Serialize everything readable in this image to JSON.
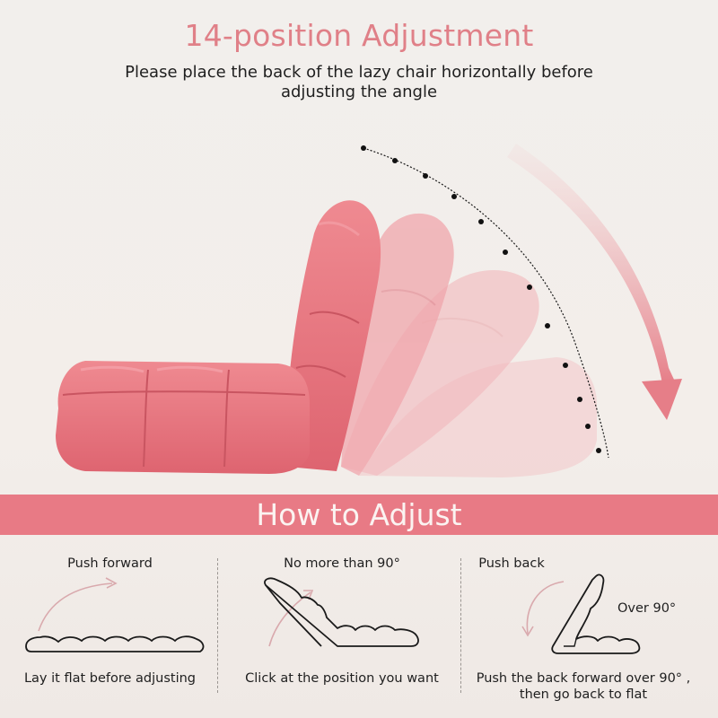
{
  "header": {
    "title": "14-position Adjustment",
    "subtitle": "Please place the back of the lazy chair horizontally before adjusting the angle"
  },
  "hero": {
    "image": "pink-lazy-chair-reclining-positions",
    "arc_icon": "dotted-arc-indicator",
    "arrow_icon": "curved-arrow-down-icon",
    "colors": {
      "chair": "#e46f78",
      "arrow": "#e67e88",
      "arc": "#1a1a1a"
    }
  },
  "banner": {
    "title": "How to Adjust",
    "color": "#e87a85"
  },
  "steps": [
    {
      "top_label": "Push forward",
      "bottom_label": "Lay it flat before adjusting",
      "icon": "flat-chair-diagram-icon"
    },
    {
      "top_label": "No more than 90°",
      "bottom_label": "Click at the position you want",
      "icon": "angled-chair-diagram-icon"
    },
    {
      "top_label": "Push back",
      "side_label": "Over 90°",
      "bottom_label": "Push the back forward over 90° , then go back to flat",
      "icon": "upright-chair-diagram-icon"
    }
  ],
  "colors": {
    "background": "#f1ede9",
    "title": "#e08088",
    "text": "#1f1f1f",
    "hint_arrow": "#d9a9ad"
  }
}
